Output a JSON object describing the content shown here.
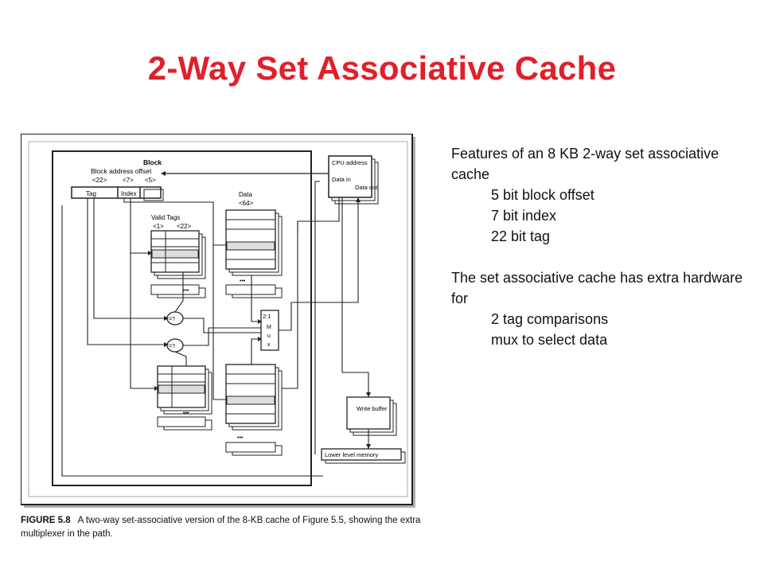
{
  "slide": {
    "title": "2-Way Set Associative Cache"
  },
  "diagram": {
    "labels": {
      "block": "Block",
      "block_address_offset": "Block address offset",
      "bits_22": "<22>",
      "bits_7": "<7>",
      "bits_5": "<5>",
      "tag": "Tag",
      "index": "Index",
      "valid_tags": "Valid Tags",
      "bits_1": "<1>",
      "bits_22b": "<22>",
      "data": "Data",
      "bits_64": "<64>",
      "cpu_address": "CPU address",
      "data_in": "Data in",
      "data_out": "Data out",
      "mux_ratio": "2:1",
      "mux_m": "M",
      "mux_u": "u",
      "mux_x": "x",
      "compare": "=?",
      "ellipsis": "•••",
      "write_buffer": "Write buffer",
      "lower_memory": "Lower level memory"
    },
    "caption": {
      "figure": "FIGURE 5.8",
      "text": "A two-way set-associative version of the 8-KB cache of Figure 5.5, showing the extra multiplexer in the path."
    }
  },
  "notes": {
    "intro": "Features of an 8 KB 2-way set associative cache",
    "features": [
      "5 bit block offset",
      "7 bit index",
      "22 bit tag"
    ],
    "hardware_intro": "The set associative cache has extra hardware for",
    "hardware": [
      "2 tag comparisons",
      "mux to select data"
    ]
  },
  "colors": {
    "title": "#e0202a",
    "line": "#222222",
    "frame_shadow": "#9a9a9a"
  }
}
